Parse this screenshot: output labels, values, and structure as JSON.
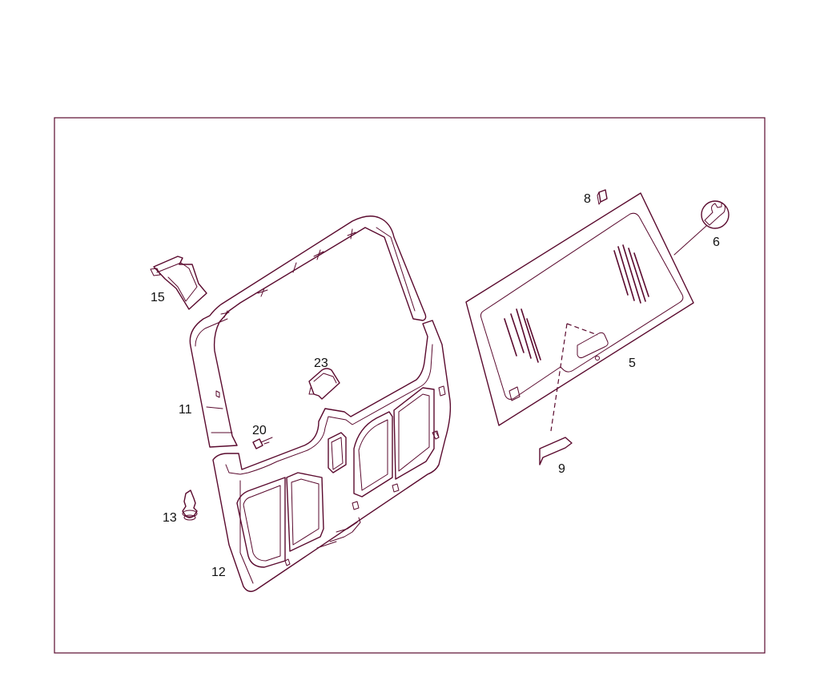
{
  "diagram": {
    "callouts": [
      {
        "id": "5",
        "text": "5"
      },
      {
        "id": "6",
        "text": "6"
      },
      {
        "id": "8",
        "text": "8"
      },
      {
        "id": "9",
        "text": "9"
      },
      {
        "id": "11",
        "text": "11"
      },
      {
        "id": "12",
        "text": "12"
      },
      {
        "id": "13",
        "text": "13"
      },
      {
        "id": "15",
        "text": "15"
      },
      {
        "id": "20",
        "text": "20"
      },
      {
        "id": "23",
        "text": "23"
      }
    ]
  },
  "colors": {
    "line": "#5a0a2e",
    "label": "#111111",
    "background": "#ffffff"
  }
}
